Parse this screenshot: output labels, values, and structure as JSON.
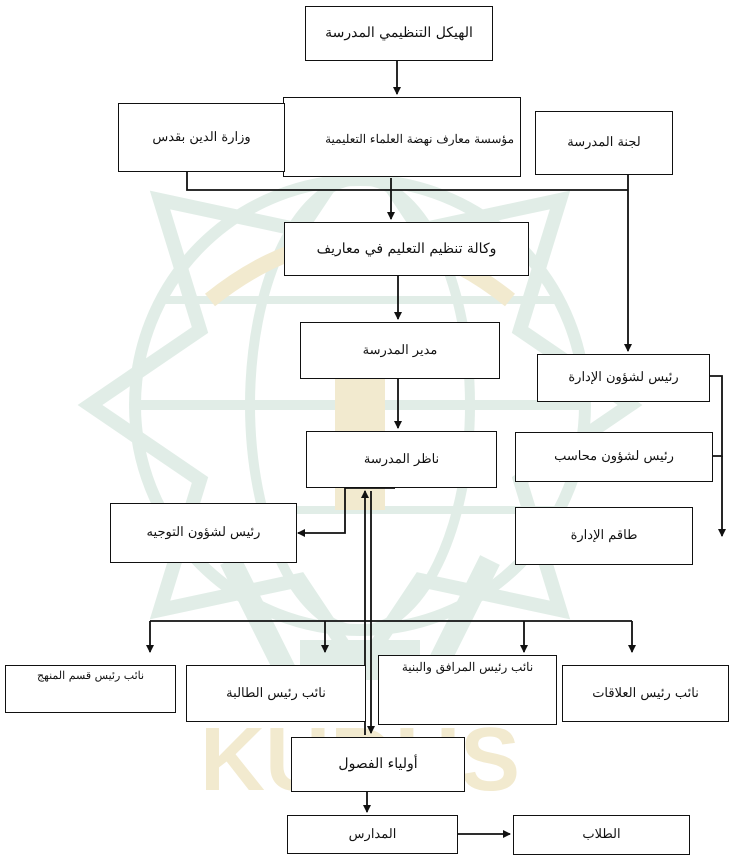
{
  "colors": {
    "watermark": "#c9e0d4",
    "watermark_gold": "#e8d9a8",
    "line": "#111111",
    "box_border": "#111111"
  },
  "watermark": {
    "text": "KUDUS"
  },
  "nodes": {
    "structure_title": "الهيكل التنظيمي المدرسة",
    "maarif_foundation": "مؤسسة معارف نهضة العلماء التعليمية",
    "religion_ministry": "وزارة الدين بقدس",
    "school_committee": "لجنة المدرسة",
    "education_agency": "وكالة تنظيم التعليم في معاريف",
    "school_director": "مدير المدرسة",
    "admin_head": "رئيس لشؤون الإدارة",
    "school_principal": "ناظر المدرسة",
    "accounting_head": "رئيس لشؤون محاسب",
    "guidance_head": "رئيس لشؤون التوجيه",
    "admin_staff": "طاقم الإدارة",
    "curriculum_deputy": "نائب رئيس قسم المنهج",
    "students_deputy": "نائب رئيس الطالبة",
    "facilities_deputy": "نائب رئيس المرافق والبنية",
    "relations_deputy": "نائب رئيس العلاقات",
    "class_guardians": "أولياء الفصول",
    "teacher": "المدارس",
    "students": "الطلاب"
  }
}
